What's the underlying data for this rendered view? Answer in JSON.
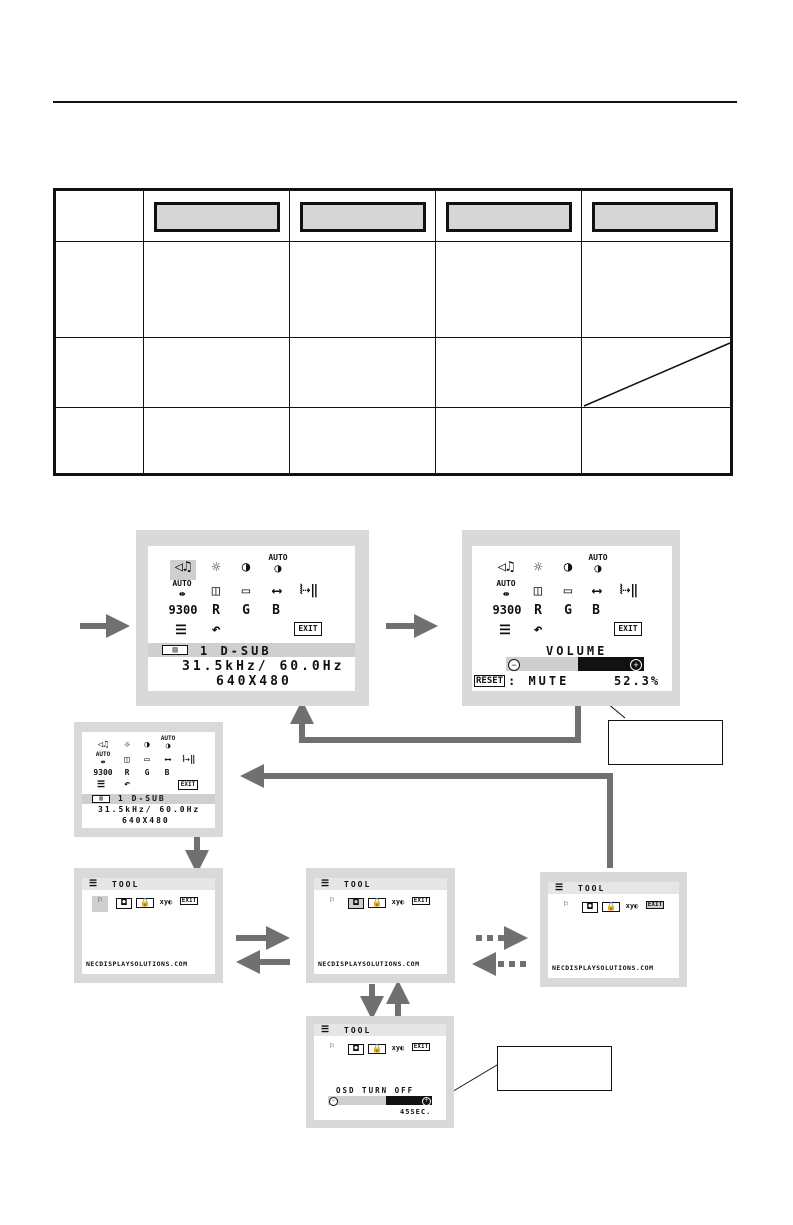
{
  "osd": {
    "main_menu": {
      "input_label": "1 D-SUB",
      "frequency": "31.5kHz/ 60.0Hz",
      "resolution": "640X480",
      "exit_label": "EXIT",
      "preset_label": "9300",
      "r_label": "R",
      "g_label": "G",
      "b_label": "B",
      "auto_label": "AUTO"
    },
    "volume_menu": {
      "title": "VOLUME",
      "reset_label": "RESET",
      "mute_label": ": MUTE",
      "value": "52.3%",
      "level": 0.523
    },
    "tool_menu": {
      "title": "TOOL",
      "exit_label": "EXIT",
      "url": "NECDISPLAYSOLUTIONS.COM",
      "osd_turn_off": "OSD TURN OFF",
      "osd_value": "45SEC."
    }
  },
  "colors": {
    "frame": "#d9d9d9",
    "key_fill": "#d6d6d6",
    "arrow": "#707070",
    "bar_dark": "#111111"
  }
}
